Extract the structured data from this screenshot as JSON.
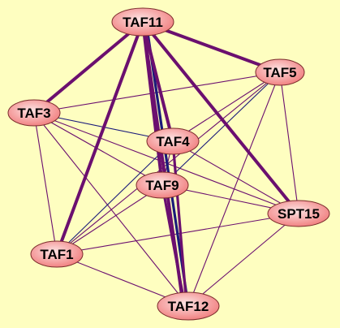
{
  "colors": {
    "background": "#fefec0",
    "node_fill_inner": "#fde3e3",
    "node_fill_outer": "#f07a7a",
    "node_stroke": "#7a2b2b",
    "edge_purple": "#6b0f6f",
    "edge_navy": "#1a1a7a"
  },
  "network": {
    "nodes": [
      {
        "id": "TAF11",
        "label": "TAF11"
      },
      {
        "id": "TAF5",
        "label": "TAF5"
      },
      {
        "id": "TAF3",
        "label": "TAF3"
      },
      {
        "id": "TAF4",
        "label": "TAF4"
      },
      {
        "id": "TAF9",
        "label": "TAF9"
      },
      {
        "id": "SPT15",
        "label": "SPT15"
      },
      {
        "id": "TAF1",
        "label": "TAF1"
      },
      {
        "id": "TAF12",
        "label": "TAF12"
      }
    ],
    "edges": [
      {
        "source": "TAF11",
        "target": "TAF5",
        "weight": 4,
        "color": "purple"
      },
      {
        "source": "TAF11",
        "target": "TAF3",
        "weight": 4,
        "color": "purple"
      },
      {
        "source": "TAF11",
        "target": "TAF1",
        "weight": 4,
        "color": "purple"
      },
      {
        "source": "TAF11",
        "target": "TAF4",
        "weight": 4,
        "color": "purple"
      },
      {
        "source": "TAF11",
        "target": "TAF9",
        "weight": 4,
        "color": "purple"
      },
      {
        "source": "TAF11",
        "target": "SPT15",
        "weight": 4,
        "color": "purple"
      },
      {
        "source": "TAF11",
        "target": "TAF12",
        "weight": 4,
        "color": "purple"
      },
      {
        "source": "TAF11",
        "target": "TAF12",
        "weight": 3,
        "color": "navy"
      },
      {
        "source": "TAF4",
        "target": "TAF12",
        "weight": 3,
        "color": "purple"
      },
      {
        "source": "TAF9",
        "target": "TAF12",
        "weight": 3,
        "color": "purple"
      },
      {
        "source": "TAF3",
        "target": "TAF5",
        "weight": 1,
        "color": "purple"
      },
      {
        "source": "TAF3",
        "target": "TAF4",
        "weight": 1,
        "color": "navy"
      },
      {
        "source": "TAF3",
        "target": "TAF9",
        "weight": 1,
        "color": "purple"
      },
      {
        "source": "TAF3",
        "target": "SPT15",
        "weight": 1,
        "color": "purple"
      },
      {
        "source": "TAF3",
        "target": "TAF1",
        "weight": 1,
        "color": "purple"
      },
      {
        "source": "TAF3",
        "target": "TAF12",
        "weight": 1,
        "color": "purple"
      },
      {
        "source": "TAF5",
        "target": "TAF4",
        "weight": 1,
        "color": "purple"
      },
      {
        "source": "TAF5",
        "target": "TAF9",
        "weight": 1,
        "color": "navy"
      },
      {
        "source": "TAF5",
        "target": "SPT15",
        "weight": 1,
        "color": "purple"
      },
      {
        "source": "TAF5",
        "target": "TAF1",
        "weight": 1,
        "color": "purple"
      },
      {
        "source": "TAF5",
        "target": "TAF12",
        "weight": 1,
        "color": "purple"
      },
      {
        "source": "TAF4",
        "target": "TAF9",
        "weight": 1,
        "color": "purple"
      },
      {
        "source": "TAF4",
        "target": "SPT15",
        "weight": 1,
        "color": "purple"
      },
      {
        "source": "TAF4",
        "target": "TAF1",
        "weight": 1,
        "color": "navy"
      },
      {
        "source": "TAF9",
        "target": "SPT15",
        "weight": 1,
        "color": "purple"
      },
      {
        "source": "TAF9",
        "target": "TAF1",
        "weight": 1,
        "color": "purple"
      },
      {
        "source": "SPT15",
        "target": "TAF1",
        "weight": 1,
        "color": "purple"
      },
      {
        "source": "SPT15",
        "target": "TAF12",
        "weight": 1,
        "color": "purple"
      },
      {
        "source": "TAF1",
        "target": "TAF12",
        "weight": 1,
        "color": "purple"
      }
    ]
  }
}
